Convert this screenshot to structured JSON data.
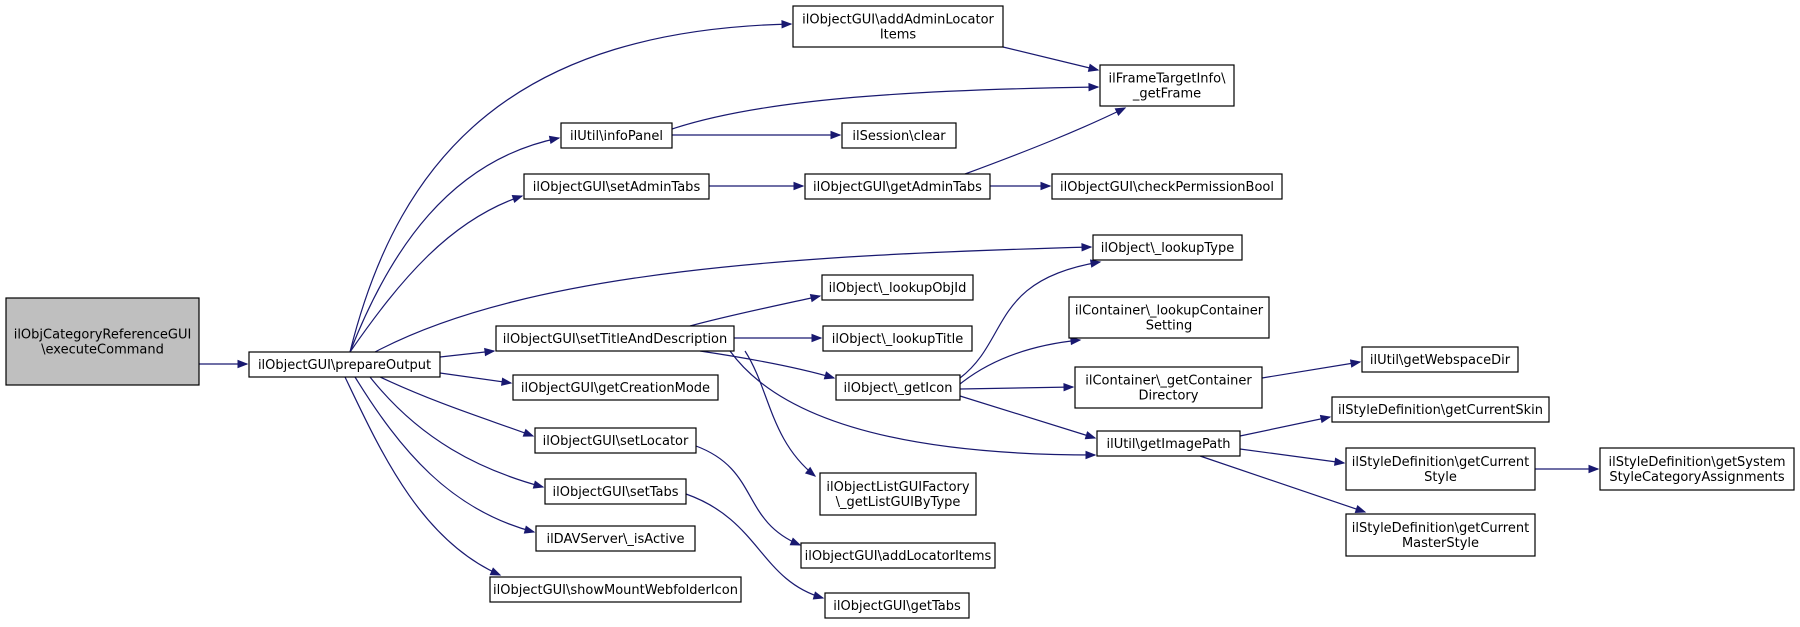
{
  "diagram": {
    "type": "call-graph",
    "nodes": [
      {
        "id": "root",
        "lines": [
          "ilObjCategoryReferenceGUI",
          "\\executeCommand"
        ]
      },
      {
        "id": "prepareOutput",
        "lines": [
          "ilObjectGUI\\prepareOutput"
        ]
      },
      {
        "id": "addAdminLocatorItems",
        "lines": [
          "ilObjectGUI\\addAdminLocator",
          "Items"
        ]
      },
      {
        "id": "getFrame",
        "lines": [
          "ilFrameTargetInfo\\",
          "_getFrame"
        ]
      },
      {
        "id": "infoPanel",
        "lines": [
          "ilUtil\\infoPanel"
        ]
      },
      {
        "id": "sessionClear",
        "lines": [
          "ilSession\\clear"
        ]
      },
      {
        "id": "setAdminTabs",
        "lines": [
          "ilObjectGUI\\setAdminTabs"
        ]
      },
      {
        "id": "getAdminTabs",
        "lines": [
          "ilObjectGUI\\getAdminTabs"
        ]
      },
      {
        "id": "checkPermissionBool",
        "lines": [
          "ilObjectGUI\\checkPermissionBool"
        ]
      },
      {
        "id": "lookupType",
        "lines": [
          "ilObject\\_lookupType"
        ]
      },
      {
        "id": "lookupObjId",
        "lines": [
          "ilObject\\_lookupObjId"
        ]
      },
      {
        "id": "lookupContainerSetting",
        "lines": [
          "ilContainer\\_lookupContainer",
          "Setting"
        ]
      },
      {
        "id": "setTitleAndDescription",
        "lines": [
          "ilObjectGUI\\setTitleAndDescription"
        ]
      },
      {
        "id": "lookupTitle",
        "lines": [
          "ilObject\\_lookupTitle"
        ]
      },
      {
        "id": "getWebspaceDir",
        "lines": [
          "ilUtil\\getWebspaceDir"
        ]
      },
      {
        "id": "getCreationMode",
        "lines": [
          "ilObjectGUI\\getCreationMode"
        ]
      },
      {
        "id": "getIcon",
        "lines": [
          "ilObject\\_getIcon"
        ]
      },
      {
        "id": "getContainerDirectory",
        "lines": [
          "ilContainer\\_getContainer",
          "Directory"
        ]
      },
      {
        "id": "getCurrentSkin",
        "lines": [
          "ilStyleDefinition\\getCurrentSkin"
        ]
      },
      {
        "id": "setLocator",
        "lines": [
          "ilObjectGUI\\setLocator"
        ]
      },
      {
        "id": "getImagePath",
        "lines": [
          "ilUtil\\getImagePath"
        ]
      },
      {
        "id": "getCurrentStyle",
        "lines": [
          "ilStyleDefinition\\getCurrent",
          "Style"
        ]
      },
      {
        "id": "getSystemStyleCategoryAssignments",
        "lines": [
          "ilStyleDefinition\\getSystem",
          "StyleCategoryAssignments"
        ]
      },
      {
        "id": "setTabs",
        "lines": [
          "ilObjectGUI\\setTabs"
        ]
      },
      {
        "id": "getListGUIByType",
        "lines": [
          "ilObjectListGUIFactory",
          "\\_getListGUIByType"
        ]
      },
      {
        "id": "getCurrentMasterStyle",
        "lines": [
          "ilStyleDefinition\\getCurrent",
          "MasterStyle"
        ]
      },
      {
        "id": "davIsActive",
        "lines": [
          "ilDAVServer\\_isActive"
        ]
      },
      {
        "id": "addLocatorItems",
        "lines": [
          "ilObjectGUI\\addLocatorItems"
        ]
      },
      {
        "id": "showMountWebfolderIcon",
        "lines": [
          "ilObjectGUI\\showMountWebfolderIcon"
        ]
      },
      {
        "id": "getTabs",
        "lines": [
          "ilObjectGUI\\getTabs"
        ]
      }
    ],
    "edges": [
      {
        "from": "root",
        "to": "prepareOutput"
      },
      {
        "from": "prepareOutput",
        "to": "addAdminLocatorItems"
      },
      {
        "from": "prepareOutput",
        "to": "infoPanel"
      },
      {
        "from": "prepareOutput",
        "to": "setAdminTabs"
      },
      {
        "from": "prepareOutput",
        "to": "lookupType"
      },
      {
        "from": "prepareOutput",
        "to": "setTitleAndDescription"
      },
      {
        "from": "prepareOutput",
        "to": "getCreationMode"
      },
      {
        "from": "prepareOutput",
        "to": "setLocator"
      },
      {
        "from": "prepareOutput",
        "to": "setTabs"
      },
      {
        "from": "prepareOutput",
        "to": "davIsActive"
      },
      {
        "from": "prepareOutput",
        "to": "showMountWebfolderIcon"
      },
      {
        "from": "addAdminLocatorItems",
        "to": "getFrame"
      },
      {
        "from": "infoPanel",
        "to": "getFrame"
      },
      {
        "from": "infoPanel",
        "to": "sessionClear"
      },
      {
        "from": "setAdminTabs",
        "to": "getAdminTabs"
      },
      {
        "from": "getAdminTabs",
        "to": "getFrame"
      },
      {
        "from": "getAdminTabs",
        "to": "checkPermissionBool"
      },
      {
        "from": "setTitleAndDescription",
        "to": "lookupObjId"
      },
      {
        "from": "setTitleAndDescription",
        "to": "lookupTitle"
      },
      {
        "from": "setTitleAndDescription",
        "to": "getIcon"
      },
      {
        "from": "setTitleAndDescription",
        "to": "getImagePath"
      },
      {
        "from": "setTitleAndDescription",
        "to": "getListGUIByType"
      },
      {
        "from": "getIcon",
        "to": "lookupType"
      },
      {
        "from": "getIcon",
        "to": "lookupContainerSetting"
      },
      {
        "from": "getIcon",
        "to": "getContainerDirectory"
      },
      {
        "from": "getIcon",
        "to": "getImagePath"
      },
      {
        "from": "getContainerDirectory",
        "to": "getWebspaceDir"
      },
      {
        "from": "getImagePath",
        "to": "getCurrentSkin"
      },
      {
        "from": "getImagePath",
        "to": "getCurrentStyle"
      },
      {
        "from": "getImagePath",
        "to": "getCurrentMasterStyle"
      },
      {
        "from": "getCurrentStyle",
        "to": "getSystemStyleCategoryAssignments"
      },
      {
        "from": "setLocator",
        "to": "addLocatorItems"
      },
      {
        "from": "setTabs",
        "to": "getTabs"
      }
    ],
    "colors": {
      "edge": "#191970",
      "root_fill": "#bfbfbf",
      "node_fill": "#ffffff",
      "node_stroke": "#000000"
    }
  }
}
